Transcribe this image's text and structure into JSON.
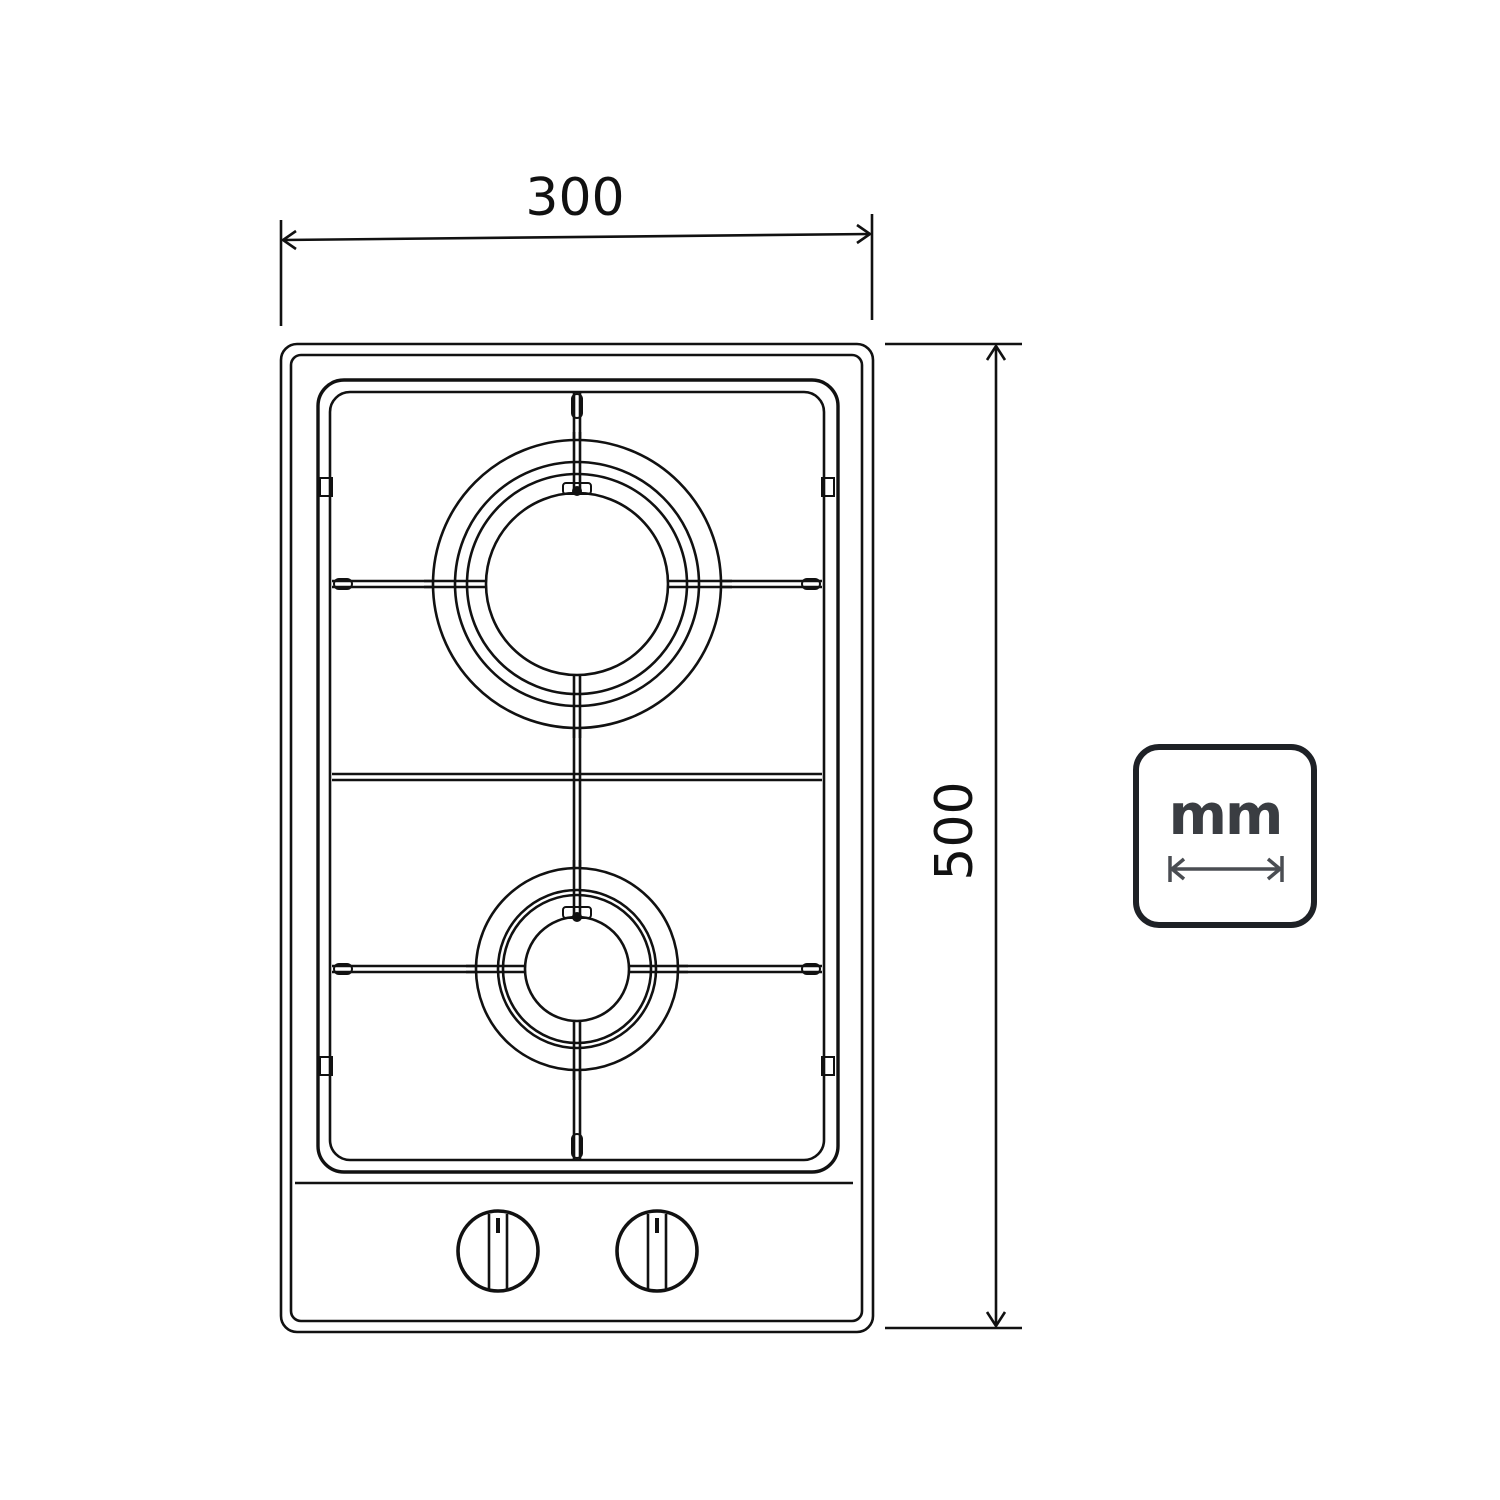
{
  "diagram": {
    "subject": "2-burner gas hob, top view",
    "dimensions": {
      "width": {
        "value": "300",
        "orientation": "horizontal"
      },
      "depth": {
        "value": "500",
        "orientation": "vertical"
      }
    },
    "unit_badge": {
      "unit": "mm",
      "icon": "double-arrow-icon"
    },
    "burners": [
      {
        "name": "large-burner",
        "position": "top",
        "rings": 4
      },
      {
        "name": "small-burner",
        "position": "bottom",
        "rings": 4
      }
    ],
    "knobs": [
      {
        "name": "left-knob"
      },
      {
        "name": "right-knob"
      }
    ],
    "colors": {
      "line": "#111111",
      "badge_border": "#1e2126",
      "badge_text": "#3a3d42",
      "background": "#ffffff"
    }
  }
}
